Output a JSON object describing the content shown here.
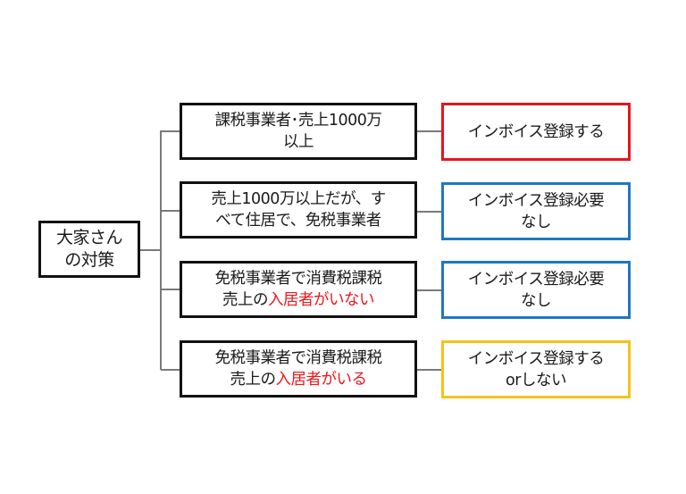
{
  "root": {
    "line1": "大家さん",
    "line2": "の対策"
  },
  "conditions": [
    {
      "line1": "課税事業者･売上1000万",
      "line2_pre": "以上",
      "line2_highlight": ""
    },
    {
      "line1": "売上1000万以上だが、す",
      "line2_pre": "べて住居で、免税事業者",
      "line2_highlight": ""
    },
    {
      "line1": "免税事業者で消費税課税",
      "line2_pre": "売上の",
      "line2_highlight": "入居者がいない"
    },
    {
      "line1": "免税事業者で消費税課税",
      "line2_pre": "売上の",
      "line2_highlight": "入居者がいる"
    }
  ],
  "results": [
    {
      "line1": "インボイス登録する",
      "line2": "",
      "border_color": "#e8141c"
    },
    {
      "line1": "インボイス登録必要",
      "line2": "なし",
      "border_color": "#1f77c4"
    },
    {
      "line1": "インボイス登録必要",
      "line2": "なし",
      "border_color": "#1f77c4"
    },
    {
      "line1": "インボイス登録する",
      "line2": "orしない",
      "border_color": "#f6c21a"
    }
  ],
  "colors": {
    "highlight_text": "#f0161c",
    "connector": "#7a7a7a"
  }
}
